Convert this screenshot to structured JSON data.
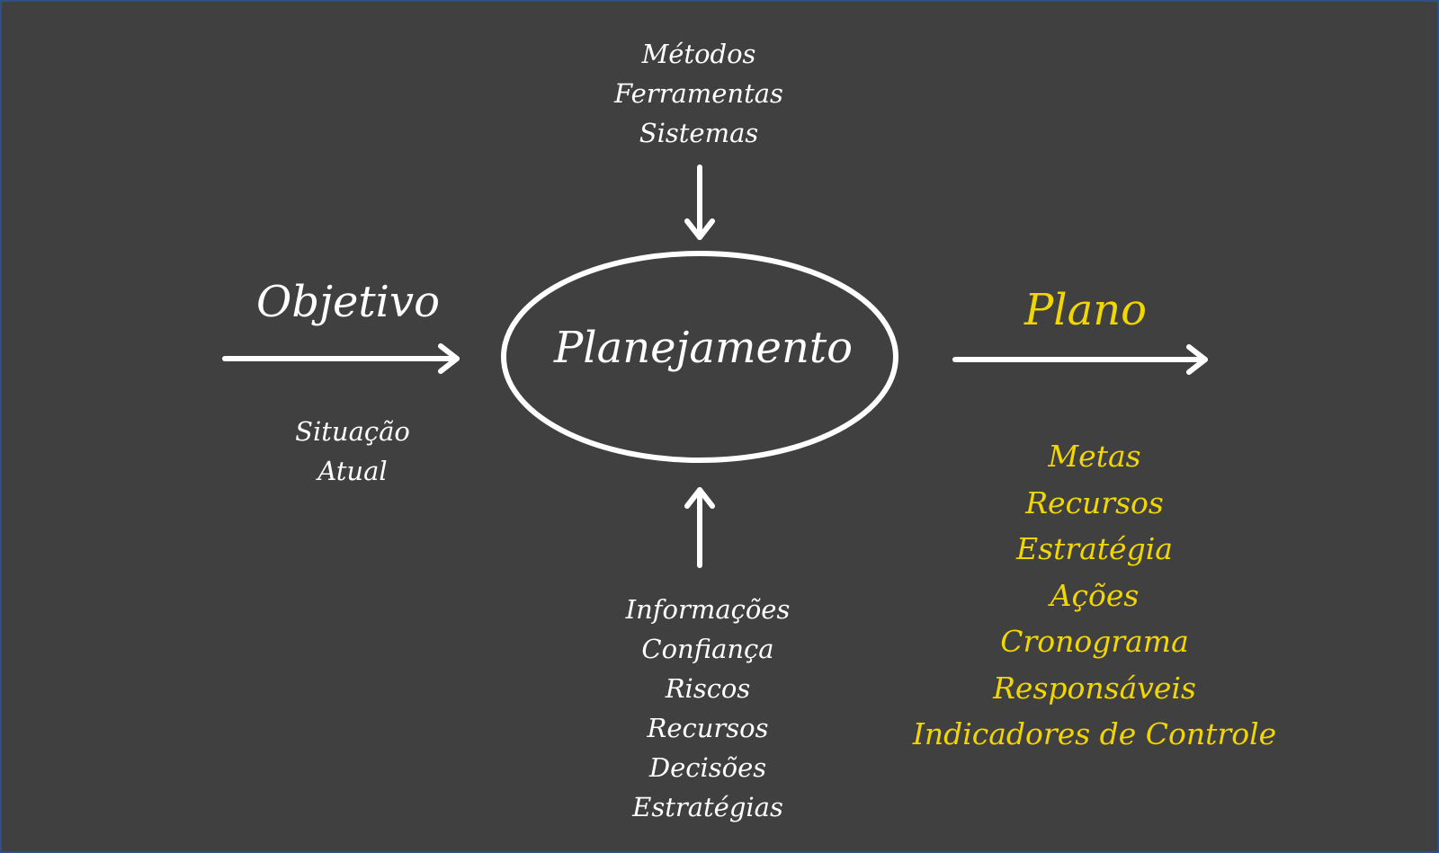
{
  "colors": {
    "background": "#404040",
    "border": "#2f4f86",
    "foreground": "#ffffff",
    "accent": "#f2d600"
  },
  "diagram": {
    "center_label": "Planejamento",
    "left_label": "Objetivo",
    "left_sublabels": [
      "Situação",
      "Atual"
    ],
    "right_label": "Plano",
    "right_items": [
      "Metas",
      "Recursos",
      "Estratégia",
      "Ações",
      "Cronograma",
      "Responsáveis",
      "Indicadores de Controle"
    ],
    "top_items": [
      "Métodos",
      "Ferramentas",
      "Sistemas"
    ],
    "bottom_items": [
      "Informações",
      "Confiança",
      "Riscos",
      "Recursos",
      "Decisões",
      "Estratégias"
    ]
  }
}
